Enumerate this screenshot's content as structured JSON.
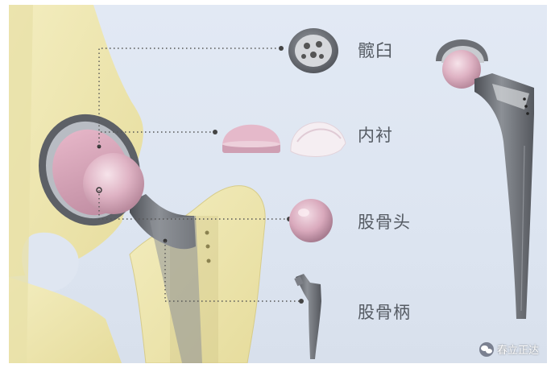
{
  "labels": {
    "acetabulum": "髋臼",
    "liner": "内衬",
    "femoral_head": "股骨头",
    "femoral_stem": "股骨柄"
  },
  "watermark": {
    "text": "春立正达",
    "icon": "wechat-icon"
  },
  "colors": {
    "background": "#e0e7f2",
    "bone": "#efe8b0",
    "liner_pink": "#e9bccb",
    "metal": "#6b6e74",
    "label_text": "#555b63",
    "leader_line": "#444444"
  }
}
